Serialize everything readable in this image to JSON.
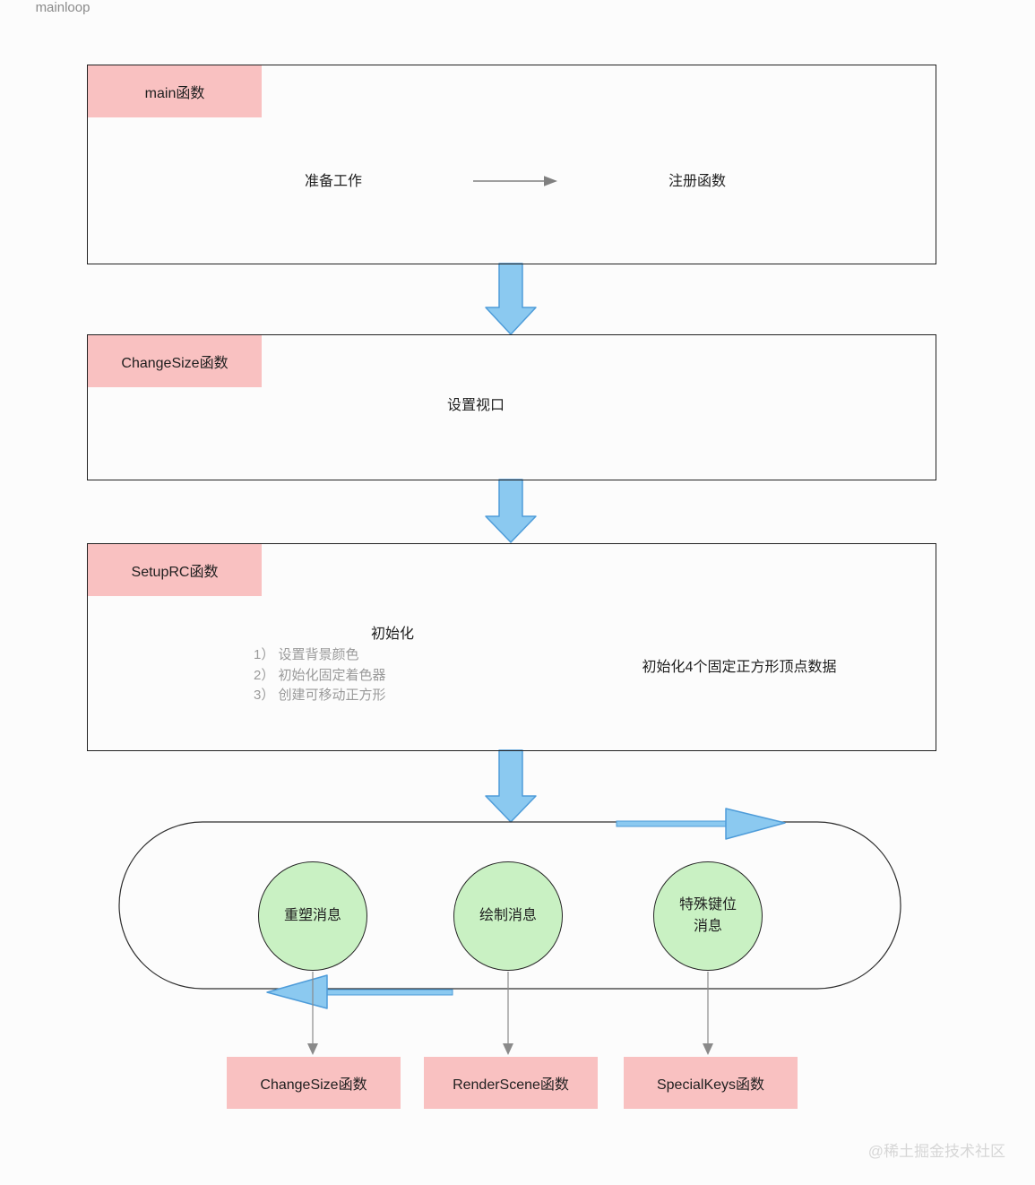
{
  "colors": {
    "bg": "#FCFCFC",
    "pink": "#F9C1C1",
    "green": "#C9F1C3",
    "blue_fill": "#8BC9F0",
    "blue_stroke": "#4E9CD9",
    "border_dark": "#222222",
    "gray_line": "#8A8A8A",
    "gray_text": "#9A9A9A",
    "dark_text": "#1F1F1F",
    "loop_label": "#8A8A8A",
    "watermark": "#D6D6D6"
  },
  "boxes": {
    "main": {
      "label": "main函数",
      "prepare": "准备工作",
      "register": "注册函数"
    },
    "changesize": {
      "label": "ChangeSize函数",
      "content": "设置视口"
    },
    "setuprc": {
      "label": "SetupRC函数",
      "init_title": "初始化",
      "steps": [
        "1） 设置背景颜色",
        "2） 初始化固定着色器",
        "3） 创建可移动正方形"
      ],
      "right_note": "初始化4个固定正方形顶点数据"
    }
  },
  "loop": {
    "label": "mainloop",
    "circles": [
      {
        "line1": "重塑消息",
        "line2": ""
      },
      {
        "line1": "绘制消息",
        "line2": ""
      },
      {
        "line1": "特殊键位",
        "line2": "消息"
      }
    ]
  },
  "bottom_boxes": [
    {
      "label": "ChangeSize函数"
    },
    {
      "label": "RenderScene函数"
    },
    {
      "label": "SpecialKeys函数"
    }
  ],
  "watermark": "@稀土掘金技术社区"
}
